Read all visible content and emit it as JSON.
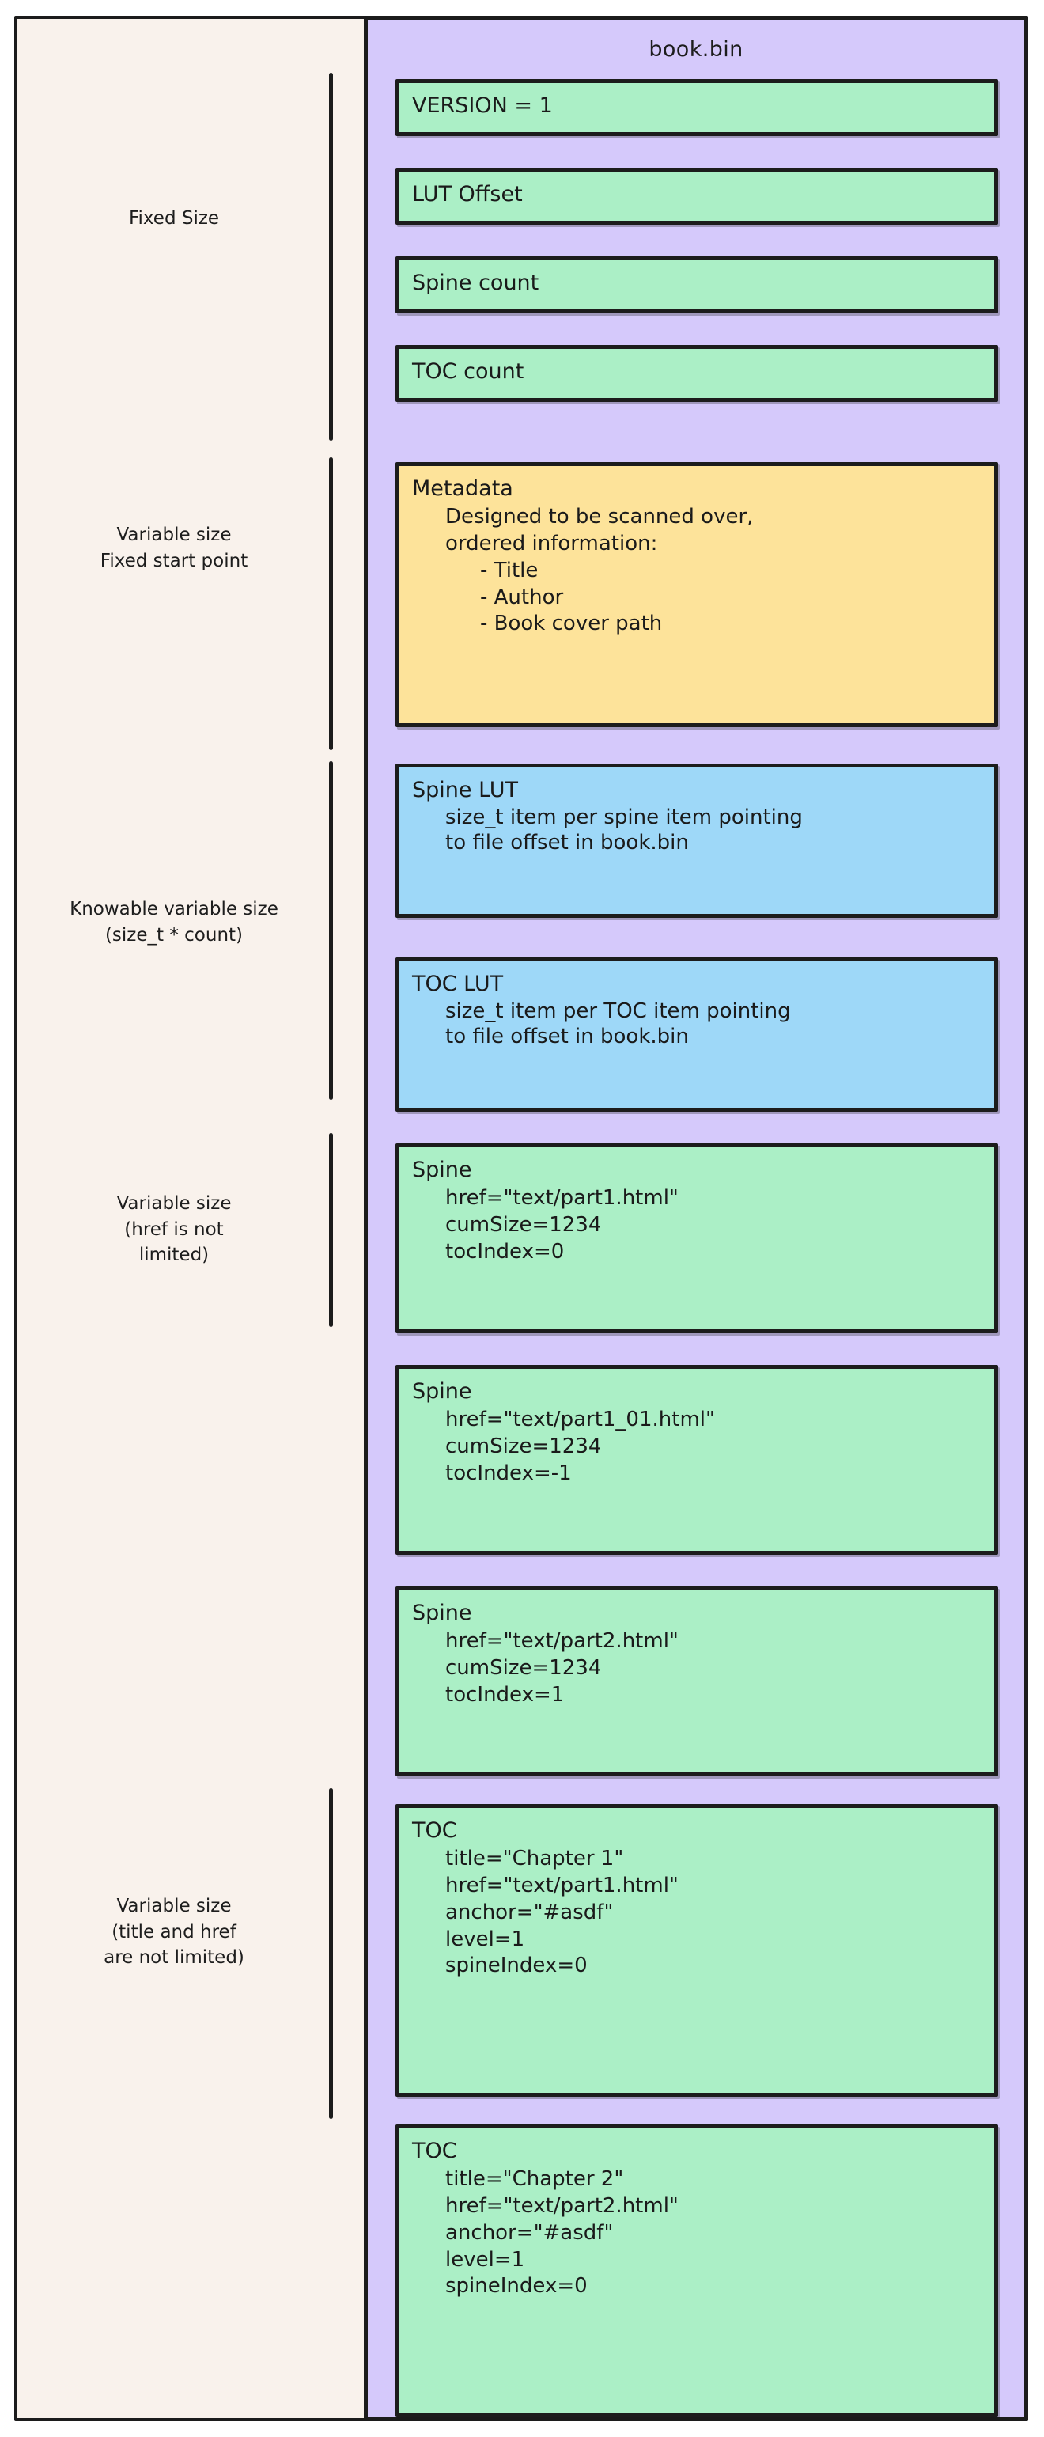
{
  "colors": {
    "page_background": "#ffffff",
    "outer_panel": "#f9f2ec",
    "file_container": "#d5c9fb",
    "record_green": "#abefc6",
    "record_yellow": "#fde39a",
    "record_blue": "#9ed8f8",
    "stroke": "#1c1c1c",
    "text": "#1a1a1a"
  },
  "file": {
    "title": "book.bin"
  },
  "groups": [
    {
      "id": "fixed-size",
      "caption": "Fixed Size"
    },
    {
      "id": "variable-fixed-start",
      "caption": "Variable size\nFixed start point"
    },
    {
      "id": "knowable-variable",
      "caption": "Knowable variable size\n(size_t * count)"
    },
    {
      "id": "variable-href",
      "caption": "Variable size\n(href is not\nlimited)"
    },
    {
      "id": "variable-title-href",
      "caption": "Variable size\n(title and href\nare not limited)"
    }
  ],
  "records": [
    {
      "id": "version",
      "color": "record_green",
      "head": "VERSION = 1",
      "lines": []
    },
    {
      "id": "lut-offset",
      "color": "record_green",
      "head": "LUT Offset",
      "lines": []
    },
    {
      "id": "spine-count",
      "color": "record_green",
      "head": "Spine count",
      "lines": []
    },
    {
      "id": "toc-count",
      "color": "record_green",
      "head": "TOC count",
      "lines": []
    },
    {
      "id": "metadata",
      "color": "record_yellow",
      "head": "Metadata",
      "lines": [
        "Designed to be scanned over,",
        "ordered information:",
        "- Title",
        "- Author",
        "- Book cover path"
      ]
    },
    {
      "id": "spine-lut",
      "color": "record_blue",
      "head": "Spine LUT",
      "lines": [
        "size_t item per spine item pointing",
        "to file offset in book.bin"
      ]
    },
    {
      "id": "toc-lut",
      "color": "record_blue",
      "head": "TOC LUT",
      "lines": [
        "size_t item per TOC item pointing",
        "to file offset in book.bin"
      ]
    },
    {
      "id": "spine-1",
      "color": "record_green",
      "head": "Spine",
      "lines": [
        "href=\"text/part1.html\"",
        "cumSize=1234",
        "tocIndex=0"
      ]
    },
    {
      "id": "spine-2",
      "color": "record_green",
      "head": "Spine",
      "lines": [
        "href=\"text/part1_01.html\"",
        "cumSize=1234",
        "tocIndex=-1"
      ]
    },
    {
      "id": "spine-3",
      "color": "record_green",
      "head": "Spine",
      "lines": [
        "href=\"text/part2.html\"",
        "cumSize=1234",
        "tocIndex=1"
      ]
    },
    {
      "id": "toc-1",
      "color": "record_green",
      "head": "TOC",
      "lines": [
        "title=\"Chapter 1\"",
        "href=\"text/part1.html\"",
        "anchor=\"#asdf\"",
        "level=1",
        "spineIndex=0"
      ]
    },
    {
      "id": "toc-2",
      "color": "record_green",
      "head": "TOC",
      "lines": [
        "title=\"Chapter 2\"",
        "href=\"text/part2.html\"",
        "anchor=\"#asdf\"",
        "level=1",
        "spineIndex=0"
      ]
    }
  ]
}
